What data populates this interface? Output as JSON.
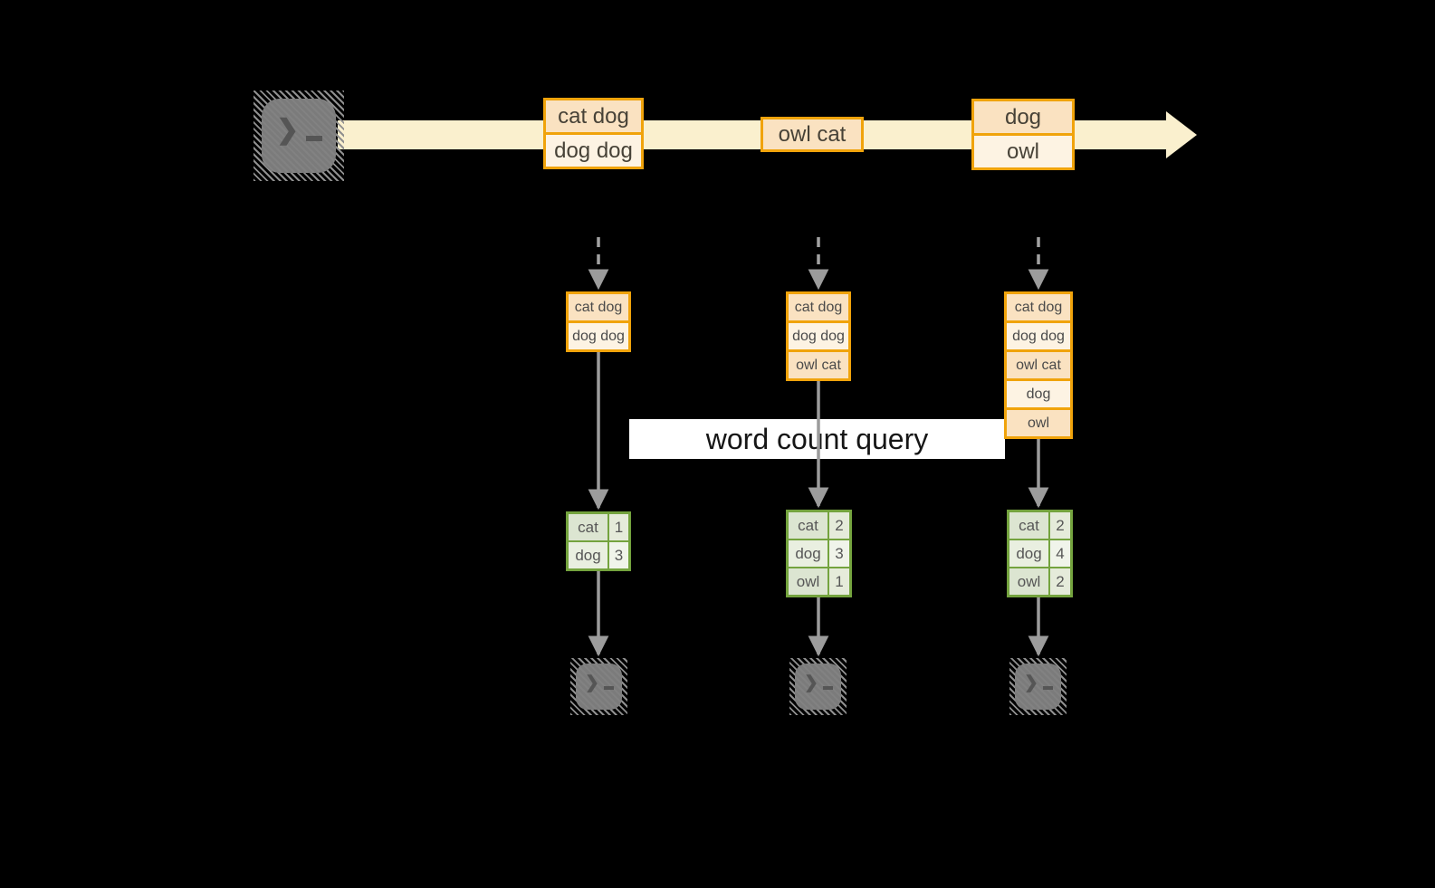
{
  "diagram": {
    "query_label": "word count query",
    "stream_events": [
      {
        "rows": [
          "cat dog",
          "dog dog"
        ]
      },
      {
        "rows": [
          "owl cat"
        ]
      },
      {
        "rows": [
          "dog",
          "owl"
        ]
      }
    ],
    "snapshots": [
      {
        "buffer": [
          "cat dog",
          "dog dog"
        ],
        "counts": [
          {
            "word": "cat",
            "count": "1"
          },
          {
            "word": "dog",
            "count": "3"
          }
        ]
      },
      {
        "buffer": [
          "cat dog",
          "dog dog",
          "owl cat"
        ],
        "counts": [
          {
            "word": "cat",
            "count": "2"
          },
          {
            "word": "dog",
            "count": "3"
          },
          {
            "word": "owl",
            "count": "1"
          }
        ]
      },
      {
        "buffer": [
          "cat dog",
          "dog dog",
          "owl cat",
          "dog",
          "owl"
        ],
        "counts": [
          {
            "word": "cat",
            "count": "2"
          },
          {
            "word": "dog",
            "count": "4"
          },
          {
            "word": "owl",
            "count": "2"
          }
        ]
      }
    ],
    "colors": {
      "background": "#000000",
      "stream_band": "#FAF0CE",
      "event_border": "#F0A30B",
      "event_fill_dark": "#FAE2C1",
      "event_fill_light": "#FDF3E3",
      "table_border": "#74A33E",
      "table_fill_dark": "#DCE5D1",
      "table_fill_light": "#E9EFE0",
      "arrow_gray": "#9C9C9C",
      "terminal_gray": "#7B7B7B",
      "query_band": "#FFFFFF"
    }
  }
}
